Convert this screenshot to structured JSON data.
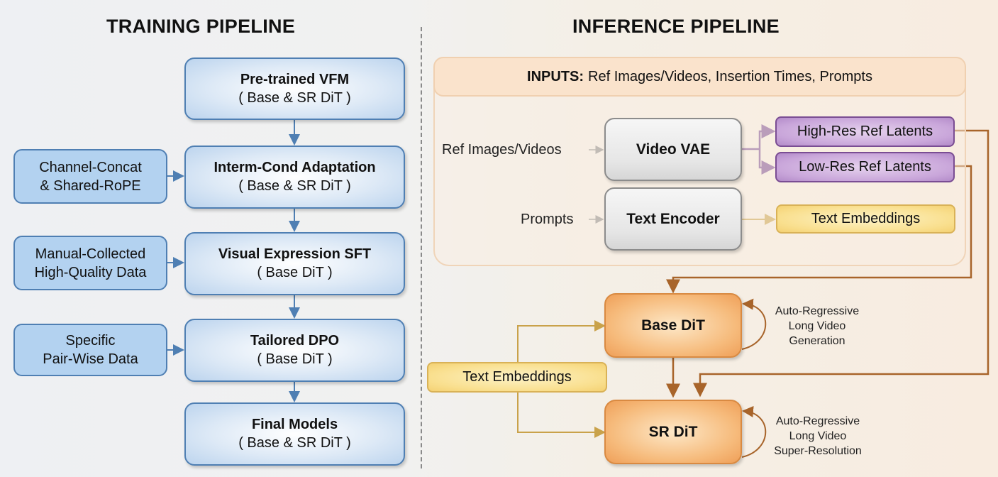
{
  "training": {
    "title": "TRAINING PIPELINE",
    "stages": [
      {
        "title": "Pre-trained VFM",
        "subtitle": "( Base & SR DiT )"
      },
      {
        "title": "Interm-Cond Adaptation",
        "subtitle": "( Base & SR DiT )"
      },
      {
        "title": "Visual Expression SFT",
        "subtitle": "( Base DiT )"
      },
      {
        "title": "Tailored DPO",
        "subtitle": "( Base DiT )"
      },
      {
        "title": "Final Models",
        "subtitle": "( Base & SR DiT )"
      }
    ],
    "side_inputs": [
      {
        "line1": "Channel-Concat",
        "line2": "& Shared-RoPE"
      },
      {
        "line1": "Manual-Collected",
        "line2": "High-Quality Data"
      },
      {
        "line1": "Specific",
        "line2": "Pair-Wise Data"
      }
    ]
  },
  "inference": {
    "title": "INFERENCE PIPELINE",
    "inputs_label": "INPUTS:",
    "inputs_text": "Ref Images/Videos, Insertion Times, Prompts",
    "ref_label": "Ref Images/Videos",
    "prompts_label": "Prompts",
    "video_vae": "Video VAE",
    "text_encoder": "Text Encoder",
    "high_res": "High-Res Ref Latents",
    "low_res": "Low-Res Ref Latents",
    "text_embeddings": "Text Embeddings",
    "text_embeddings_2": "Text Embeddings",
    "base_dit": "Base DiT",
    "sr_dit": "SR DiT",
    "base_note": [
      "Auto-Regressive",
      "Long Video",
      "Generation"
    ],
    "sr_note": [
      "Auto-Regressive",
      "Long Video",
      "Super-Resolution"
    ]
  },
  "colors": {
    "training_border": "#4f7fb3",
    "purple_arrow": "#7a4d93",
    "yellow_arrow": "#c9a24a",
    "brown_arrow": "#a8642a",
    "gray_arrow": "#888888"
  }
}
